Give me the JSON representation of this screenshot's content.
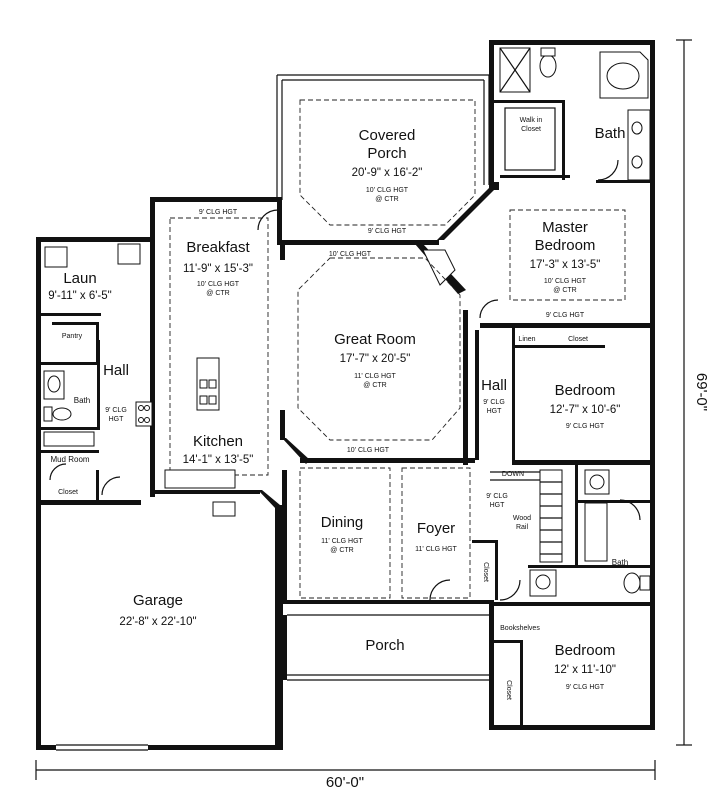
{
  "overall": {
    "width": "60'-0\"",
    "depth": "69'-0\""
  },
  "rooms": {
    "covered_porch": {
      "name1": "Covered",
      "name2": "Porch",
      "size": "20'-9\" x 16'-2\"",
      "note1": "10' CLG HGT",
      "note2": "@ CTR",
      "edge_note": "9' CLG HGT"
    },
    "master_bedroom": {
      "name1": "Master",
      "name2": "Bedroom",
      "size": "17'-3\" x 13'-5\"",
      "note1": "10' CLG HGT",
      "note2": "@ CTR",
      "edge_note": "9' CLG HGT"
    },
    "master_bath": {
      "name": "Bath"
    },
    "walk_in_closet": {
      "name1": "Walk in",
      "name2": "Closet"
    },
    "breakfast": {
      "name": "Breakfast",
      "size": "11'-9\" x 15'-3\"",
      "note1": "10' CLG HGT",
      "note2": "@ CTR",
      "edge_note": "9' CLG HGT"
    },
    "laundry": {
      "name": "Laun",
      "size": "9'-11\" x 6'-5\""
    },
    "pantry": {
      "name": "Pantry"
    },
    "great_room": {
      "name": "Great Room",
      "size": "17'-7\" x 20'-5\"",
      "note1": "11' CLG HGT",
      "note2": "@ CTR",
      "edge_note_top": "10' CLG HGT",
      "edge_note_bottom": "10' CLG HGT"
    },
    "kitchen": {
      "name": "Kitchen",
      "size": "14'-1\" x 13'-5\""
    },
    "hall_left": {
      "name": "Hall",
      "note1": "9' CLG",
      "note2": "HGT"
    },
    "bath_left": {
      "name": "Bath"
    },
    "mud_room": {
      "name": "Mud Room"
    },
    "closet_mud": {
      "name": "Closet"
    },
    "hall_right": {
      "name": "Hall",
      "note1": "9' CLG",
      "note2": "HGT"
    },
    "linen": {
      "name": "Linen"
    },
    "closet_bed2": {
      "name": "Closet"
    },
    "bedroom2": {
      "name": "Bedroom",
      "size": "12'-7\" x 10'-6\"",
      "note": "9' CLG HGT"
    },
    "garage": {
      "name": "Garage",
      "size": "22'-8\" x 22'-10\""
    },
    "dining": {
      "name": "Dining",
      "note1": "11' CLG HGT",
      "note2": "@ CTR"
    },
    "foyer": {
      "name": "Foyer",
      "note": "11' CLG HGT"
    },
    "stair": {
      "down": "DOWN",
      "note1": "9' CLG",
      "note2": "HGT",
      "rail1": "Wood",
      "rail2": "Rail"
    },
    "closet_foyer": {
      "name": "Closet"
    },
    "bath_right": {
      "name": "Bath"
    },
    "bookshelves": {
      "name": "Bookshelves"
    },
    "porch": {
      "name": "Porch"
    },
    "bedroom3": {
      "name": "Bedroom",
      "size": "12' x 11'-10\"",
      "note": "9' CLG HGT"
    },
    "closet_bed3": {
      "name": "Closet"
    }
  }
}
